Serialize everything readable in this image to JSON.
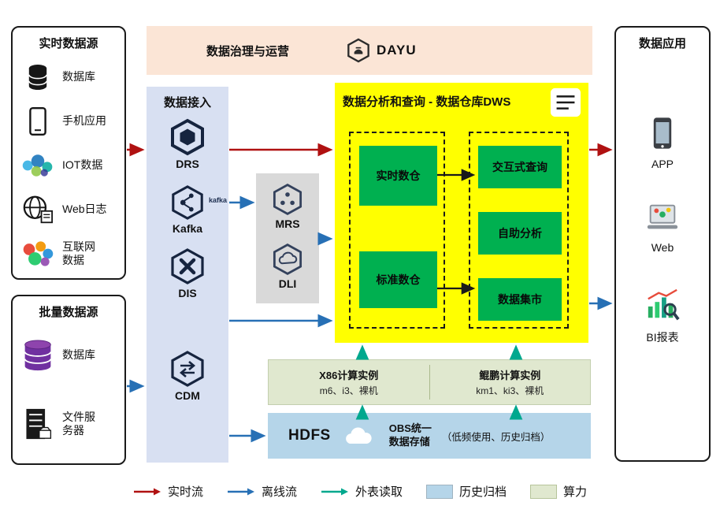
{
  "realtime_sources": {
    "title": "实时数据源",
    "items": [
      {
        "label": "数据库",
        "icon": "database-icon"
      },
      {
        "label": "手机应用",
        "icon": "phone-icon"
      },
      {
        "label": "IOT数据",
        "icon": "iot-wordcloud-icon"
      },
      {
        "label": "Web日志",
        "icon": "globe-log-icon"
      },
      {
        "label": "互联网数据",
        "icon": "internet-cluster-icon"
      }
    ]
  },
  "batch_sources": {
    "title": "批量数据源",
    "items": [
      {
        "label": "数据库",
        "icon": "database-stack-icon"
      },
      {
        "label": "文件服务器",
        "icon": "file-server-icon"
      }
    ]
  },
  "governance": {
    "title": "数据治理与运营",
    "logo_text": "DAYU"
  },
  "data_access": {
    "title": "数据接入",
    "services": [
      {
        "name": "DRS"
      },
      {
        "name": "Kafka",
        "brand": "kafka"
      },
      {
        "name": "DIS"
      },
      {
        "name": "CDM"
      }
    ]
  },
  "mrs_dli": {
    "services": [
      {
        "name": "MRS"
      },
      {
        "name": "DLI"
      }
    ]
  },
  "dws": {
    "title": "数据分析和查询 - 数据仓库DWS",
    "left_modules": [
      {
        "label": "实时数仓"
      },
      {
        "label": "标准数仓"
      }
    ],
    "right_modules": [
      {
        "label": "交互式查询"
      },
      {
        "label": "自助分析"
      },
      {
        "label": "数据集市"
      }
    ]
  },
  "compute": {
    "x86_title": "X86计算实例",
    "x86_spec": "m6、i3、裸机",
    "kunpeng_title": "鲲鹏计算实例",
    "kunpeng_spec": "km1、ki3、裸机"
  },
  "storage": {
    "hdfs": "HDFS",
    "obs_line1": "OBS统一",
    "obs_line2": "数据存储",
    "obs_note": "（低频使用、历史归档）"
  },
  "applications": {
    "title": "数据应用",
    "items": [
      {
        "label": "APP"
      },
      {
        "label": "Web"
      },
      {
        "label": "BI报表"
      }
    ]
  },
  "legend": {
    "items": [
      {
        "label": "实时流",
        "type": "arrow",
        "color": "#b01111"
      },
      {
        "label": "离线流",
        "type": "arrow",
        "color": "#2770b5"
      },
      {
        "label": "外表读取",
        "type": "arrow",
        "color": "#00a88e"
      },
      {
        "label": "历史归档",
        "type": "swatch",
        "color": "#b5d5e9"
      },
      {
        "label": "算力",
        "type": "swatch",
        "color": "#e0e8cf"
      }
    ]
  },
  "colors": {
    "realtime_flow": "#b01111",
    "offline_flow": "#2770b5",
    "external_read": "#00a88e",
    "dws_bg": "#ffff00",
    "module_green": "#00b050",
    "access_bg": "#d8e0f2",
    "governance_bg": "#fbe5d6",
    "mrs_bg": "#d9d9d9",
    "compute_bg": "#e0e8cf",
    "hdfs_bg": "#b5d5e9"
  }
}
